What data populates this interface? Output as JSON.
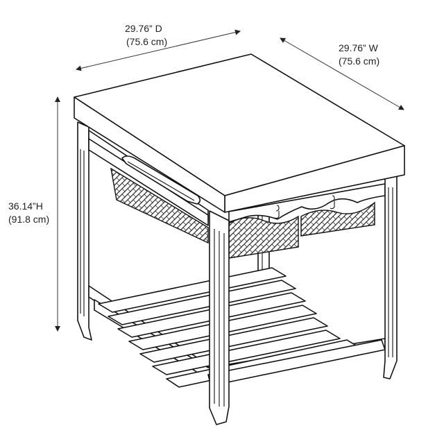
{
  "dimensions": {
    "depth": {
      "imperial": "29.76” D",
      "metric": "(75.6 cm)"
    },
    "width": {
      "imperial": "29.76” W",
      "metric": "(75.6 cm)"
    },
    "height": {
      "imperial": "36.14”H",
      "metric": "(91.8 cm)"
    }
  },
  "colors": {
    "line": "#111111",
    "background": "#ffffff",
    "weave": "#333333"
  }
}
